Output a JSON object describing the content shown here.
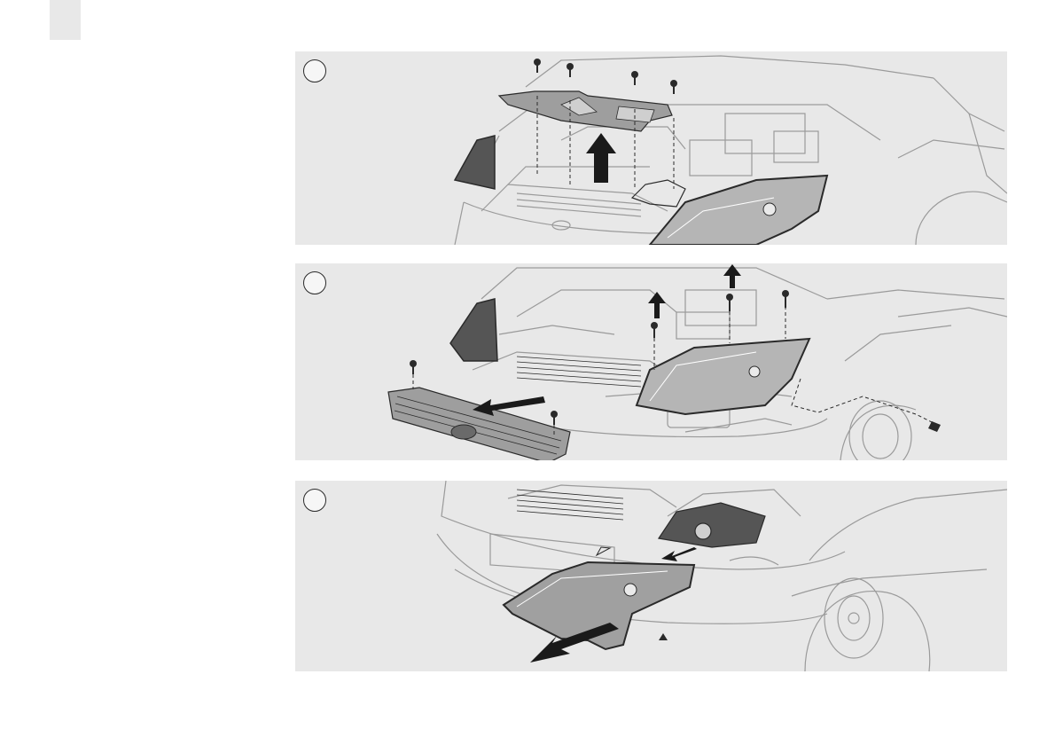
{
  "document": {
    "page_tab": {},
    "steps": [
      {
        "number": "",
        "illustration": "remove-top-cover-screws"
      },
      {
        "number": "",
        "illustration": "remove-grille-and-headlamp-fasteners"
      },
      {
        "number": "",
        "illustration": "pull-headlamp-forward-disconnect"
      }
    ]
  },
  "colors": {
    "panel_background": "#e8e8e8",
    "line": "#2a2a2a",
    "car_outline": "#9a9a9a",
    "part_fill": "#bdbdbd",
    "arrow_fill": "#1a1a1a"
  }
}
